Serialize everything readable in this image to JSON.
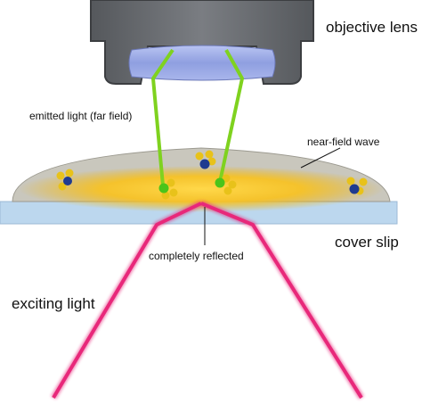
{
  "labels": {
    "objective_lens": "objective lens",
    "emitted_light": "emitted light (far field)",
    "near_field_wave": "near-field wave",
    "cover_slip": "cover slip",
    "completely_reflected": "completely reflected",
    "exciting_light": "exciting light"
  },
  "colors": {
    "objective_body": "#6b6e72",
    "lens": "#8f9fe0",
    "cover_slip": "#bcd7ee",
    "sample_drop": "#c9c7bd",
    "near_field_glow": "#f2b400",
    "emitted_light": "#7fd21f",
    "exciting_light": "#e8287a",
    "molecule_blue": "#1f3b8f",
    "molecule_yellow": "#e8c21a",
    "molecule_green": "#4bc41a"
  }
}
